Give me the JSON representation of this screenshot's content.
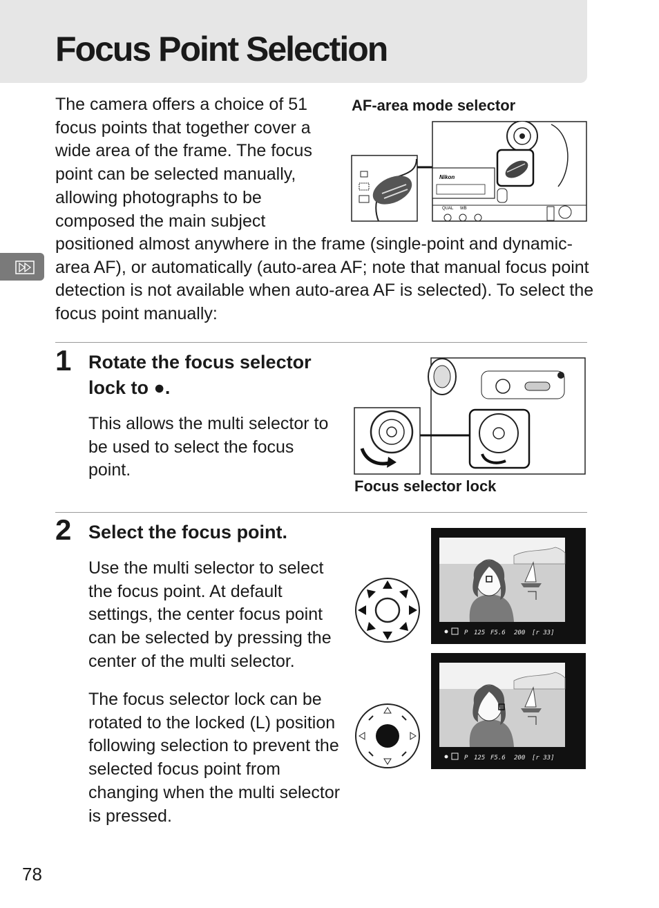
{
  "page": {
    "title": "Focus Point Selection",
    "page_number": "78",
    "intro_part1": "The camera offers a choice of 51 focus points that together cover a wide area of the frame.  The focus point can be selected manually, allowing photographs to be composed the main subject",
    "intro_part2": "positioned almost anywhere in the frame (single-point and dynamic-area AF), or automatically (auto-area AF; note that manual focus point detection is not available when auto-area AF is selected).  To select the focus point manually:",
    "side_tab_icon": "viewfinder-focus-icon"
  },
  "figures": {
    "af_area_caption": "AF-area mode selector",
    "focus_lock_caption": "Focus selector lock",
    "camera_brand": "Nikon",
    "camera_lcd_labels": [
      "QUAL",
      "WB"
    ],
    "viewfinder_readout": [
      "P",
      "125",
      "F5.6",
      "200",
      "[r 33]"
    ]
  },
  "steps": [
    {
      "number": "1",
      "heading": "Rotate the focus selector lock to ●.",
      "body": "This allows the multi selector to be used to select the focus point."
    },
    {
      "number": "2",
      "heading": "Select the focus point.",
      "body1": "Use the multi selector to select the focus point.  At default settings, the center focus point can be selected by pressing the center of the multi selector.",
      "body2": "The focus selector lock can be rotated to the locked (L) position following selection to prevent the selected focus point from changing when the multi selector is pressed."
    }
  ]
}
